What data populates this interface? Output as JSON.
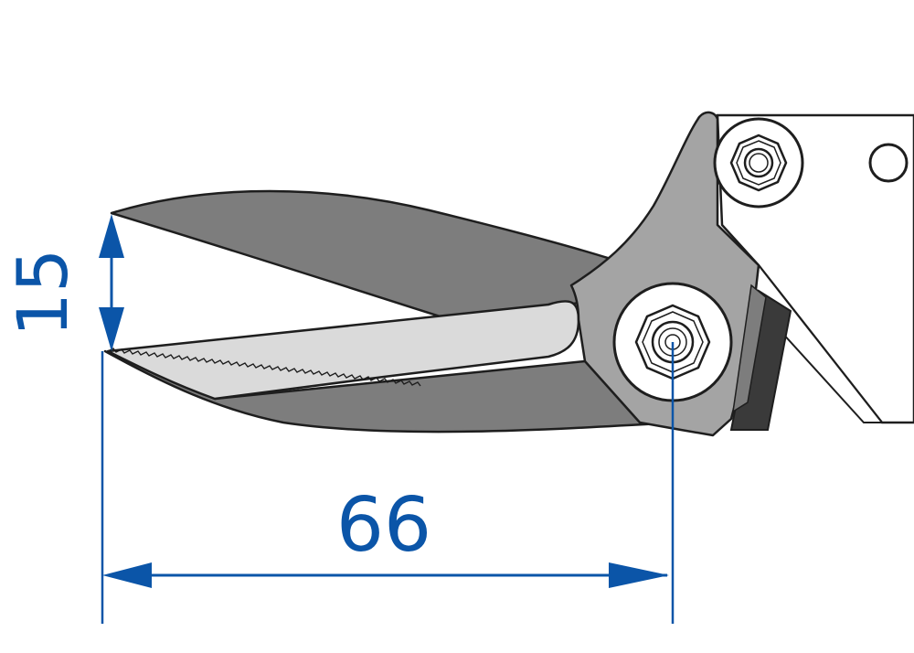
{
  "diagram": {
    "subject": "scissors-blade-dimension-drawing",
    "colors": {
      "dimension": "#0b55a8",
      "outline": "#1e1e1e",
      "steel_dark": "#7f7f7f",
      "steel_mid": "#a3a3a3",
      "steel_light": "#d9d9d9",
      "handle": "#ffffff"
    },
    "dimensions": {
      "blade_opening": {
        "value": 15,
        "label": "15",
        "orientation": "vertical"
      },
      "blade_length": {
        "value": 66,
        "label": "66",
        "orientation": "horizontal"
      }
    }
  }
}
